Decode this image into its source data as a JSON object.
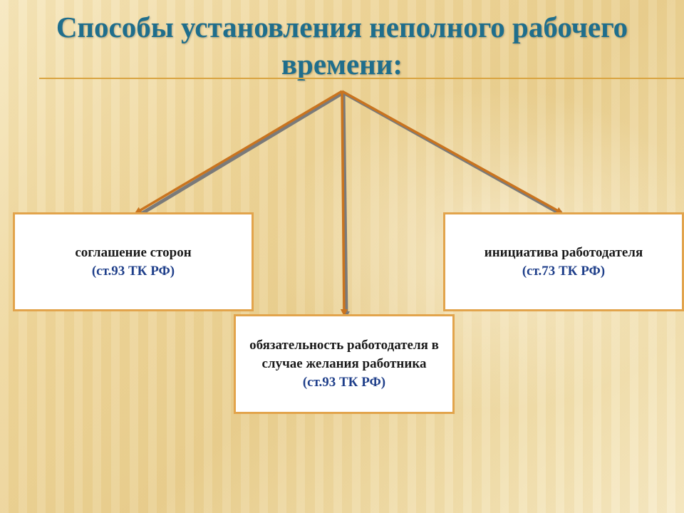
{
  "title": "Способы установления неполного рабочего времени:",
  "boxes": {
    "left": {
      "text": "соглашение сторон",
      "article": "(ст.93 ТК РФ)"
    },
    "right": {
      "text": "инициатива работодателя",
      "article": "(ст.73 ТК РФ)"
    },
    "center": {
      "text": "обязательность работодателя в случае желания работника",
      "article": "(ст.93 ТК РФ)"
    }
  },
  "colors": {
    "title": "#1f6e8c",
    "arrow": "#c9741f",
    "arrow_shadow": "#7a7a7a",
    "box_border": "#e2a44c",
    "article_text": "#1f3f8a",
    "rule": "#d9a441"
  }
}
